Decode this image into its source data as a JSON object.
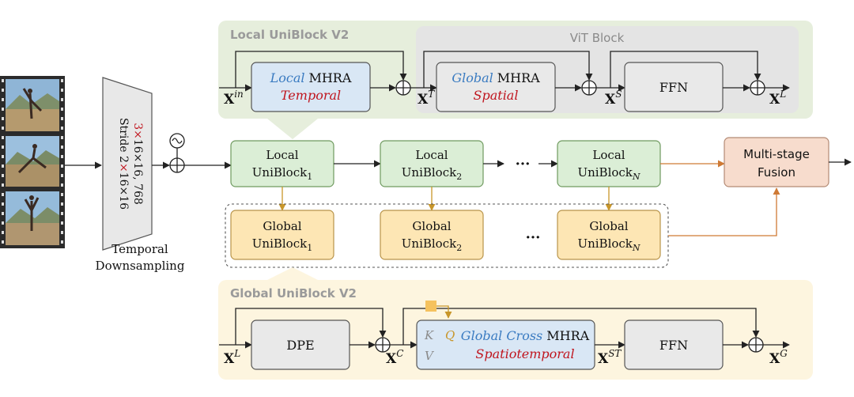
{
  "local_uniblock_v2": {
    "title": "Local UniBlock V2",
    "vit_title": "ViT Block",
    "mhra_local": {
      "kind": "Local",
      "name": "MHRA",
      "axis": "Temporal"
    },
    "mhra_global": {
      "kind": "Global",
      "name": "MHRA",
      "axis": "Spatial"
    },
    "ffn": "FFN",
    "vars": {
      "in_base": "X",
      "in_sup": "in",
      "t_base": "X",
      "t_sup": "T",
      "s_base": "X",
      "s_sup": "S",
      "l_base": "X",
      "l_sup": "L"
    }
  },
  "downsampling": {
    "conv_line1_red": "3×",
    "conv_line1_rest": "16×16, 768",
    "conv_line2_a": "Stride 2",
    "conv_line2_red": "×",
    "conv_line2_b": "16×16",
    "caption_line1": "Temporal",
    "caption_line2": "Downsampling"
  },
  "main_row": {
    "local_blocks": [
      {
        "label": "Local",
        "base": "UniBlock",
        "sub": "1"
      },
      {
        "label": "Local",
        "base": "UniBlock",
        "sub": "2"
      },
      {
        "label": "Local",
        "base": "UniBlock",
        "sub": "N"
      }
    ],
    "ellipsis": "···",
    "fusion_line1": "Multi-stage",
    "fusion_line2": "Fusion"
  },
  "global_row": {
    "global_blocks": [
      {
        "label": "Global",
        "base": "UniBlock",
        "sub": "1"
      },
      {
        "label": "Global",
        "base": "UniBlock",
        "sub": "2"
      },
      {
        "label": "Global",
        "base": "UniBlock",
        "sub": "N"
      }
    ],
    "ellipsis": "···"
  },
  "global_uniblock_v2": {
    "title": "Global UniBlock V2",
    "dpe": "DPE",
    "cross": {
      "kind": "Global Cross",
      "name": "MHRA",
      "axis": "Spatiotemporal",
      "k": "K",
      "q": "Q",
      "v": "V"
    },
    "ffn": "FFN",
    "vars": {
      "l_base": "X",
      "l_sup": "L",
      "c_base": "X",
      "c_sup": "C",
      "st_base": "X",
      "st_sup": "ST",
      "g_base": "X",
      "g_sup": "G"
    }
  },
  "colors": {
    "local_panel": "#e6eedc",
    "vit_panel": "#e4e4e4",
    "global_panel": "#fdf5df",
    "local_fill": "#dbeed6",
    "local_stroke": "#6f9a5f",
    "global_fill": "#fde6b4",
    "global_stroke": "#b8944a",
    "fusion_fill": "#f7dccd",
    "fusion_stroke": "#b38a74",
    "mhra_local_fill": "#d9e7f5",
    "mhra_global_fill": "#e9e9e9",
    "blue": "#3a7bc1",
    "red": "#c0151e",
    "orange": "#cf7a35",
    "gold": "#c8962a",
    "query_token": "#f5c25e"
  }
}
